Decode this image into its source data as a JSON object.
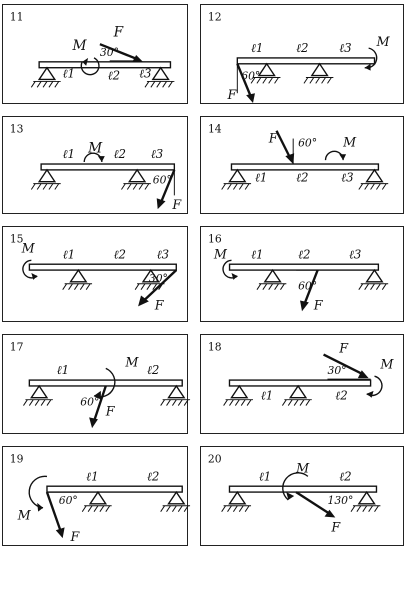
{
  "problems": [
    {
      "number": "11",
      "labels": [
        "M",
        "F",
        "30°",
        "ℓ1",
        "ℓ2",
        "ℓ3"
      ]
    },
    {
      "number": "12",
      "labels": [
        "ℓ1",
        "ℓ2",
        "ℓ3",
        "M",
        "60°",
        "F"
      ]
    },
    {
      "number": "13",
      "labels": [
        "ℓ1",
        "M",
        "ℓ2",
        "ℓ3",
        "60°",
        "F"
      ]
    },
    {
      "number": "14",
      "labels": [
        "F",
        "60°",
        "M",
        "ℓ1",
        "ℓ2",
        "ℓ3"
      ]
    },
    {
      "number": "15",
      "labels": [
        "M",
        "ℓ1",
        "ℓ2",
        "ℓ3",
        "30°",
        "F"
      ]
    },
    {
      "number": "16",
      "labels": [
        "M",
        "ℓ1",
        "ℓ2",
        "ℓ3",
        "60°",
        "F"
      ]
    },
    {
      "number": "17",
      "labels": [
        "ℓ1",
        "M",
        "ℓ2",
        "60°",
        "F"
      ]
    },
    {
      "number": "18",
      "labels": [
        "F",
        "30°",
        "M",
        "ℓ1",
        "ℓ2"
      ]
    },
    {
      "number": "19",
      "labels": [
        "ℓ1",
        "ℓ2",
        "M",
        "60°",
        "F"
      ]
    },
    {
      "number": "20",
      "labels": [
        "ℓ1",
        "M",
        "ℓ2",
        "130°",
        "F"
      ]
    }
  ]
}
